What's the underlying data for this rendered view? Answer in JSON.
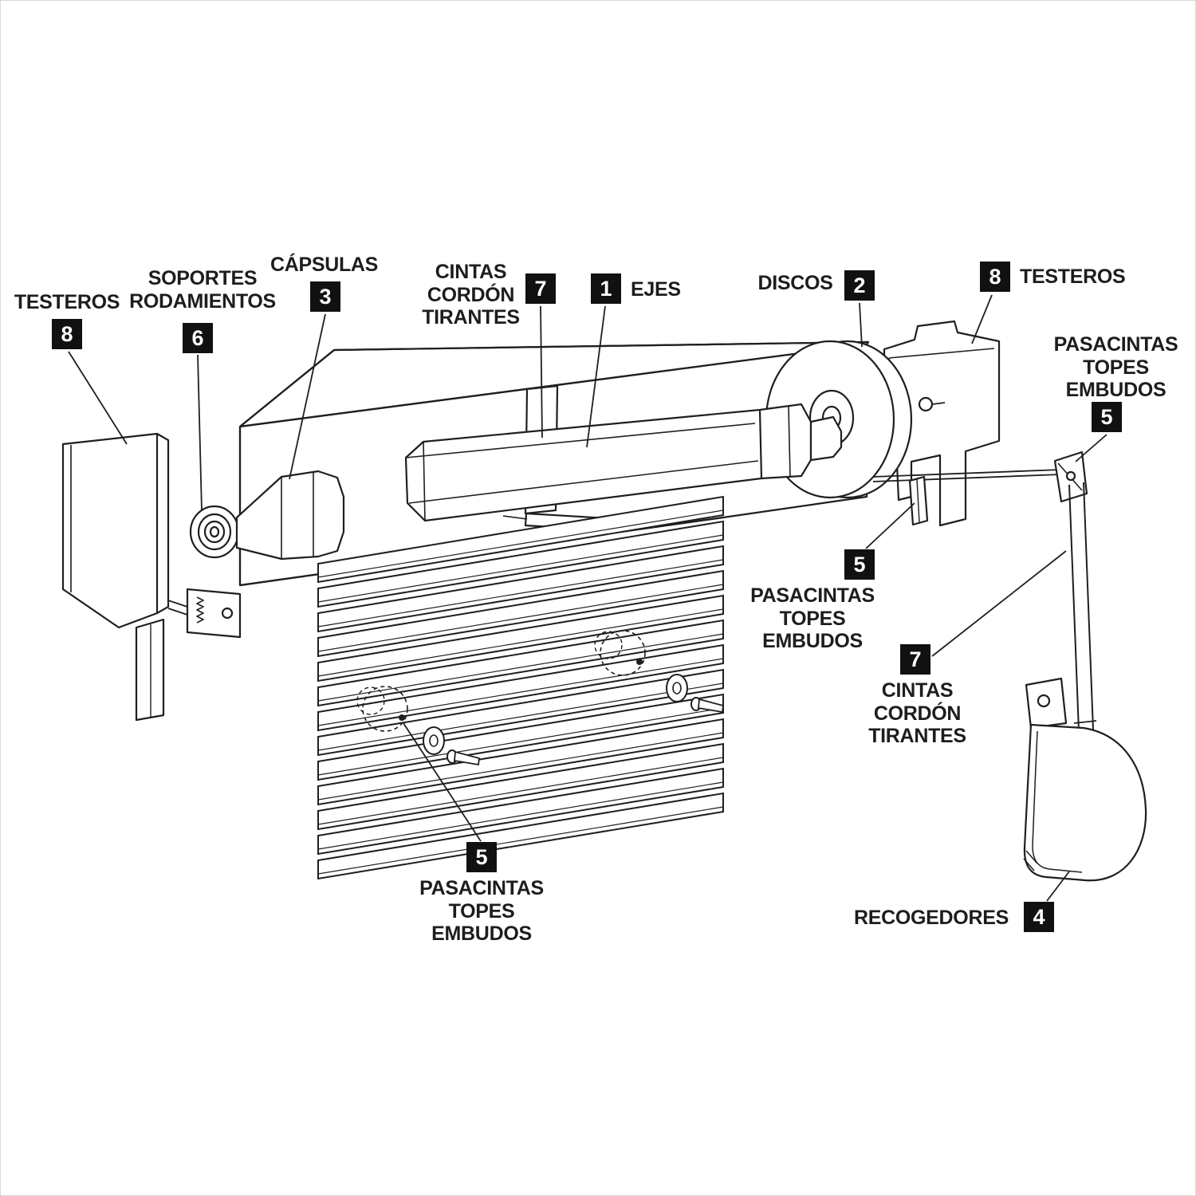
{
  "colors": {
    "ink": "#1d1d1b",
    "line": "#1f1f1f",
    "badge_bg": "#111111",
    "badge_text": "#ffffff",
    "background": "#ffffff"
  },
  "labels": {
    "testeros_left": {
      "text": "TESTEROS",
      "num": "8"
    },
    "soportes": {
      "text": "SOPORTES\nRODAMIENTOS",
      "num": "6"
    },
    "capsulas": {
      "text": "CÁPSULAS",
      "num": "3"
    },
    "cintas_top": {
      "text": "CINTAS\nCORDÓN\nTIRANTES",
      "num": "7"
    },
    "ejes": {
      "text": "EJES",
      "num": "1"
    },
    "discos": {
      "text": "DISCOS",
      "num": "2"
    },
    "testeros_right": {
      "text": "TESTEROS",
      "num": "8"
    },
    "pasacintas_right": {
      "text": "PASACINTAS\nTOPES\nEMBUDOS",
      "num": "5"
    },
    "pasacintas_mid": {
      "text": "PASACINTAS\nTOPES\nEMBUDOS",
      "num": "5"
    },
    "cintas_right": {
      "text": "CINTAS\nCORDÓN\nTIRANTES",
      "num": "7"
    },
    "pasacintas_bottom": {
      "text": "PASACINTAS\nTOPES\nEMBUDOS",
      "num": "5"
    },
    "recogedores": {
      "text": "RECOGEDORES",
      "num": "4"
    }
  }
}
